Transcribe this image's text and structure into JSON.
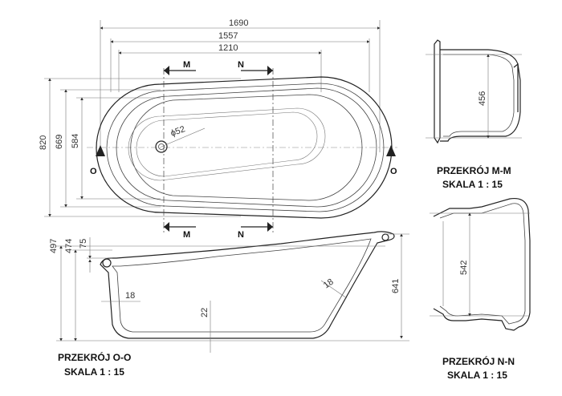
{
  "top_view": {
    "dims": {
      "overall_length": "1690",
      "inner_length": "1557",
      "basin_length": "1210",
      "overall_width": "820",
      "inner_width": "669",
      "basin_width": "584",
      "drain_diameter": "ϕ52"
    },
    "section_markers": {
      "m": "M",
      "n": "N",
      "o": "O"
    }
  },
  "section_mm": {
    "title": "PRZEKRÓJ M-M",
    "scale": "SKALA 1 : 15",
    "height": "456"
  },
  "section_nn": {
    "title": "PRZEKRÓJ N-N",
    "scale": "SKALA 1 : 15",
    "height": "542"
  },
  "section_oo": {
    "title": "PRZEKRÓJ O-O",
    "scale": "SKALA 1 : 15",
    "dims": {
      "total_height": "497",
      "rim_height": "474",
      "rim_offset": "75",
      "wall_left": "18",
      "wall_right": "18",
      "bottom_thickness": "22",
      "right_height": "641"
    }
  }
}
